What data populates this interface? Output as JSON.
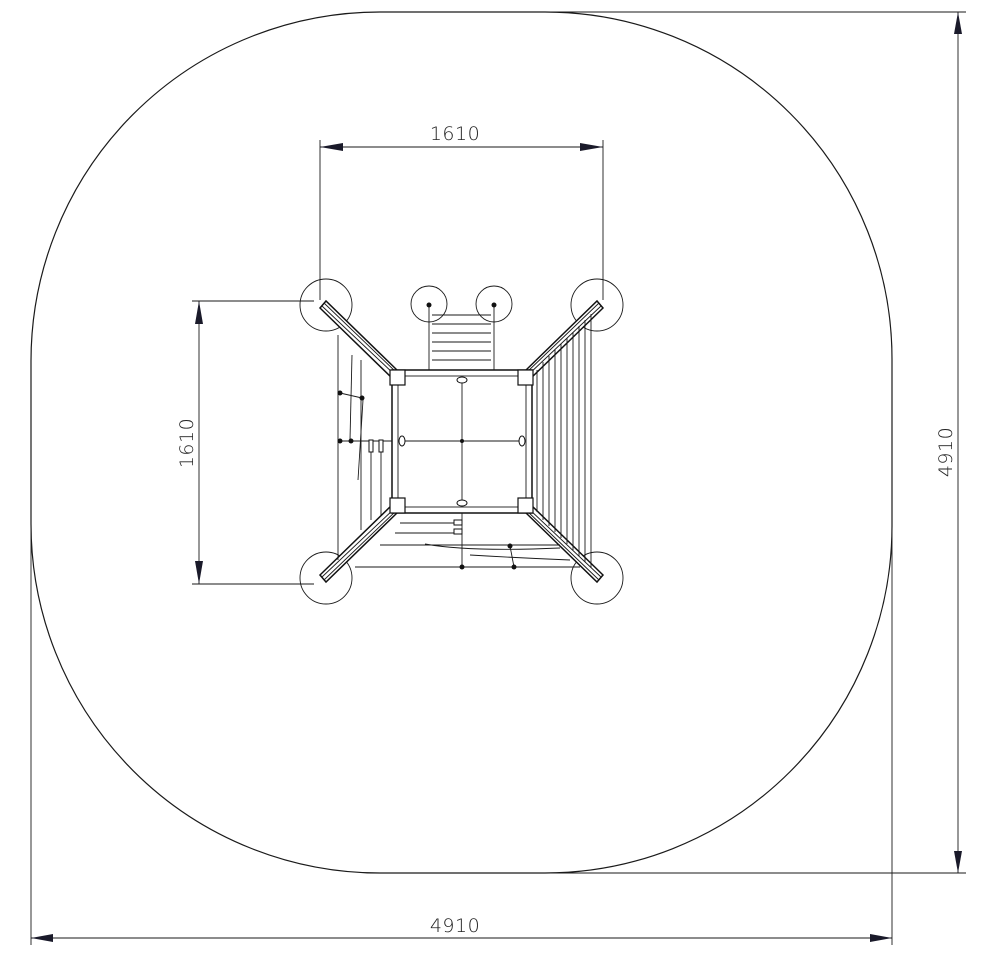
{
  "drawing": {
    "type": "top-view technical drawing",
    "subject": "playground climbing frame with safety zone",
    "colors": {
      "line": "#1a1a1a",
      "background": "#ffffff",
      "arrow": "#1a1a2a"
    }
  },
  "dimensions": {
    "equipment_width": {
      "label": "1610",
      "orientation": "horizontal",
      "position": "top"
    },
    "equipment_depth": {
      "label": "1610",
      "orientation": "vertical",
      "position": "left"
    },
    "safety_zone_width": {
      "label": "4910",
      "orientation": "horizontal",
      "position": "bottom"
    },
    "safety_zone_depth": {
      "label": "4910",
      "orientation": "vertical",
      "position": "right"
    }
  },
  "safety_zone": {
    "shape": "rounded-square"
  },
  "equipment": {
    "corner_posts": 4,
    "ladder_rungs": 6,
    "ladder_post_markers": 2
  }
}
